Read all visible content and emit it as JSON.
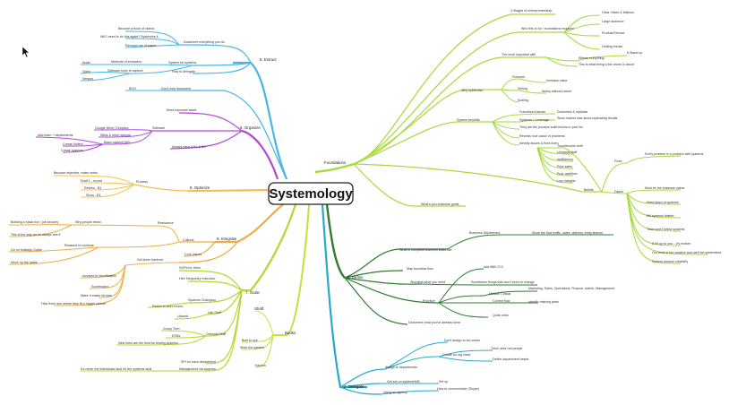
{
  "center": "Systemology",
  "colors": {
    "foundations": "#a6d93a",
    "extract": "#45b6e6",
    "organize": "#b347d9",
    "optimize": "#f2c14e",
    "integrate": "#f0ac3c",
    "scale": "#b4d62f",
    "books": "#c8de3a",
    "define": "#2e7d32",
    "delegate": "#29a8c8"
  },
  "branches": {
    "foundations": {
      "label": "Foundations",
      "items": [
        {
          "label": "4 Stages of entrepreneurship"
        },
        {
          "label": "Who this is for / foundations required",
          "children": [
            "Clear Vision & Mission",
            "Large audience",
            "Product/Service",
            "Getting results"
          ]
        },
        {
          "label": "The most important skill",
          "children": [
            "Effects everything",
            "This is what being a biz owner is about"
          ],
          "grand": [
            "8 Stand up"
          ]
        },
        {
          "label": "Why systemise",
          "children": [
            "Freedom",
            "Selling",
            "Scaling"
          ],
          "grand": [
            "Increase value",
            "Worky without owner"
          ]
        },
        {
          "label": "System benefits",
          "children": [
            "Franchise/License",
            "Systems = Leverage",
            "They are the process build blocks in your biz",
            "Reveals root cause of problems",
            "Identify issues & fixes them"
          ],
          "grand": [
            "Document & replicate",
            "Stock market was about replicating results"
          ]
        },
        {
          "label": "Beliefs",
          "children": [
            "Troublesome stuff",
            "Unhappy staff",
            "Inefficiency",
            "Poor sales",
            "Poor cashflow",
            "Low margins"
          ]
        },
        {
          "label": "Fixes",
          "children": [
            "Every problem is a problem with systems"
          ]
        },
        {
          "label": "Fakes",
          "children": [
            "Must be the business owner",
            "Need team of systems",
            "Kill systems limited",
            "Team won't follow systems",
            "If it's up to you... it's broken",
            "Our work is too creative and can't be systemised",
            "System remove creativity"
          ]
        },
        {
          "label": "What's you business goals"
        }
      ]
    },
    "extract": {
      "label": "5. Extract",
      "items": [
        {
          "label": "Document everything you do",
          "children": [
            "Become a book of videos",
            "Will I need to do this again? Systemise it",
            "Remove use of paper"
          ]
        },
        {
          "label": "System for systems",
          "children": [
            "Methods of extraction",
            "Software tools to capture"
          ],
          "grand": [
            "Audio",
            "Video",
            "Version"
          ]
        },
        {
          "label": "How to delegate"
        },
        {
          "label": "Don't ever document",
          "children": [
            "BOO"
          ]
        }
      ]
    },
    "organize": {
      "label": "6. Organize",
      "items": [
        {
          "label": "Most important asset"
        },
        {
          "label": "Software",
          "children": [
            "Google Drive / Dropbox",
            "Wikis & other options",
            "Basic systemHUB"
          ],
          "grand": [
            "Add team + departments",
            "Create folders",
            "Create systems"
          ]
        },
        {
          "label": "Always have a B1 & B1"
        }
      ]
    },
    "optimize": {
      "label": "8. Optimize",
      "items": [
        {
          "label": "Process",
          "children": [
            "Become objective, make notes",
            "Draft 1 - record",
            "Review - B1",
            "Show - B1"
          ]
        }
      ]
    },
    "integrate": {
      "label": "9. Integrate",
      "items": [
        {
          "label": "Resistance",
          "children": [
            "Why people resist"
          ],
          "grand": [
            "Building a black box / job security",
            "This is the way we've always see it"
          ]
        },
        {
          "label": "Reasons to continue",
          "children": [
            "Go on holidays Guide",
            "Move up the ranks"
          ]
        },
        {
          "label": "Cultural"
        },
        {
          "label": "Core values"
        },
        {
          "label": "Get team involved",
          "children": [
            "Involved in identification",
            "Scoreboard",
            "Make it easier for less",
            "Help them see where they fit in bigger picture"
          ]
        }
      ]
    },
    "scale": {
      "label": "7. Scale",
      "items": [
        {
          "label": "SOPs for Hires"
        },
        {
          "label": "Hire Temporary Instructor"
        },
        {
          "label": "Systems Champion",
          "children": [
            "Return to work mums"
          ]
        },
        {
          "label": "Use Stuff",
          "children": [
            "Upwork"
          ]
        },
        {
          "label": "Onboard Staff",
          "children": [
            "Group Tech",
            "ESDs",
            "New hires are the best for testing systems"
          ]
        },
        {
          "label": "SPI for each department"
        },
        {
          "label": "Management via systems",
          "children": [
            "It's never the individuals fault it's the systems fault"
          ]
        }
      ]
    },
    "books": {
      "label": "Books",
      "items": [
        {
          "label": "Shaft"
        },
        {
          "label": "Built to sell"
        },
        {
          "label": "Work the system"
        },
        {
          "label": "Traction"
        }
      ]
    },
    "define": {
      "label": "1. Define",
      "items": [
        {
          "label": "What is complete business looks like",
          "children": [
            "Business Department"
          ],
          "grand": [
            "Show the flow traffic, sales, delivery, bring finance"
          ]
        },
        {
          "label": "Map business flow"
        },
        {
          "label": "Shortlists what you need",
          "children": [
            "Sometimes things that won't need to change"
          ]
        },
        {
          "label": "Prioritize",
          "children": [
            "Add 888 CCC",
            "Mission Critical",
            "Current flow",
            "Quick wins"
          ],
          "grand": [
            "Marketing, Sales, Operations, Finance, Admin, Management",
            "Identify missing parts"
          ]
        },
        {
          "label": "Document what you've already done"
        }
      ]
    },
    "delegate": {
      "label": "2. Delegate",
      "items": [
        {
          "label": "Assign to departments",
          "children": [
            "Don't assign to biz owner",
            "Create an org chart"
          ],
          "grand": [
            "Think roles not people",
            "Define department heads"
          ]
        },
        {
          "label": "Get set on systemHUB",
          "children": [
            "Set up"
          ]
        },
        {
          "label": "Using an agency",
          "children": [
            "How to communicate (Skype)"
          ]
        }
      ]
    }
  }
}
